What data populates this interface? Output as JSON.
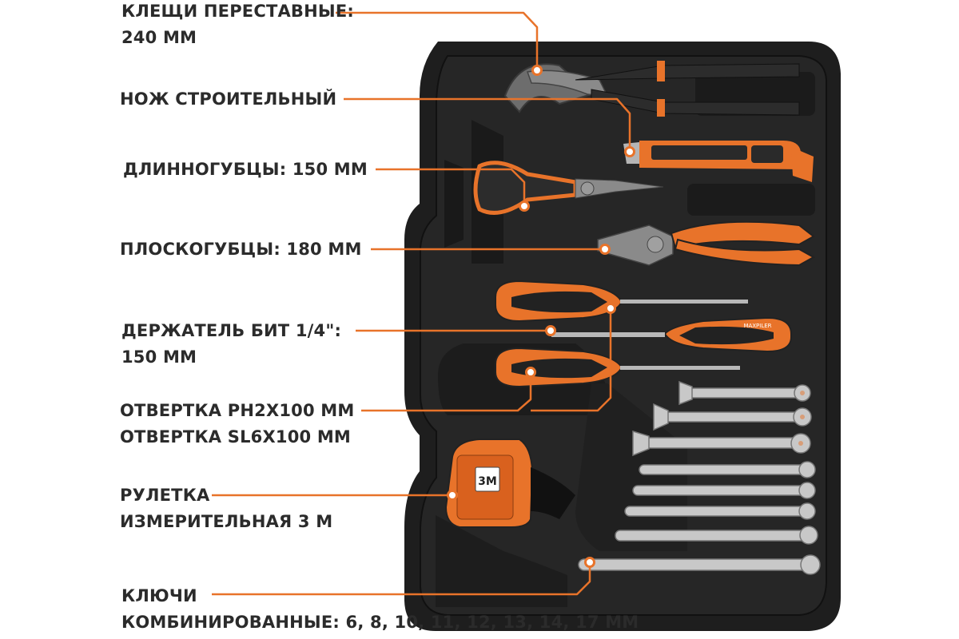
{
  "colors": {
    "accent": "#e8732a",
    "label_text": "#2b2b2b",
    "case": "#1e1e1e",
    "background": "#ffffff"
  },
  "labels": {
    "adjustable_pliers": {
      "line1": "КЛЕЩИ ПЕРЕСТАВНЫЕ:",
      "line2": "240 ММ"
    },
    "utility_knife": {
      "line1": "НОЖ СТРОИТЕЛЬНЫЙ"
    },
    "long_nose_pliers": {
      "line1": "ДЛИННОГУБЦЫ: 150 ММ"
    },
    "combination_pliers": {
      "line1": "ПЛОСКОГУБЦЫ: 180 ММ"
    },
    "bit_holder": {
      "line1": "ДЕРЖАТЕЛЬ БИТ 1/4\":",
      "line2": "150 ММ"
    },
    "screwdrivers": {
      "line1": "ОТВЕРТКА PH2X100 ММ",
      "line2": "ОТВЕРТКА SL6X100 ММ"
    },
    "tape_measure": {
      "line1": "РУЛЕТКА",
      "line2": "ИЗМЕРИТЕЛЬНАЯ 3 М"
    },
    "wrenches": {
      "line1": "КЛЮЧИ",
      "line2": "КОМБИНИРОВАННЫЕ: 6, 8, 10, 11, 12, 13, 14, 17 ММ"
    }
  },
  "product_marks": {
    "brand": "MAXPILER",
    "tape_length": "3M"
  }
}
